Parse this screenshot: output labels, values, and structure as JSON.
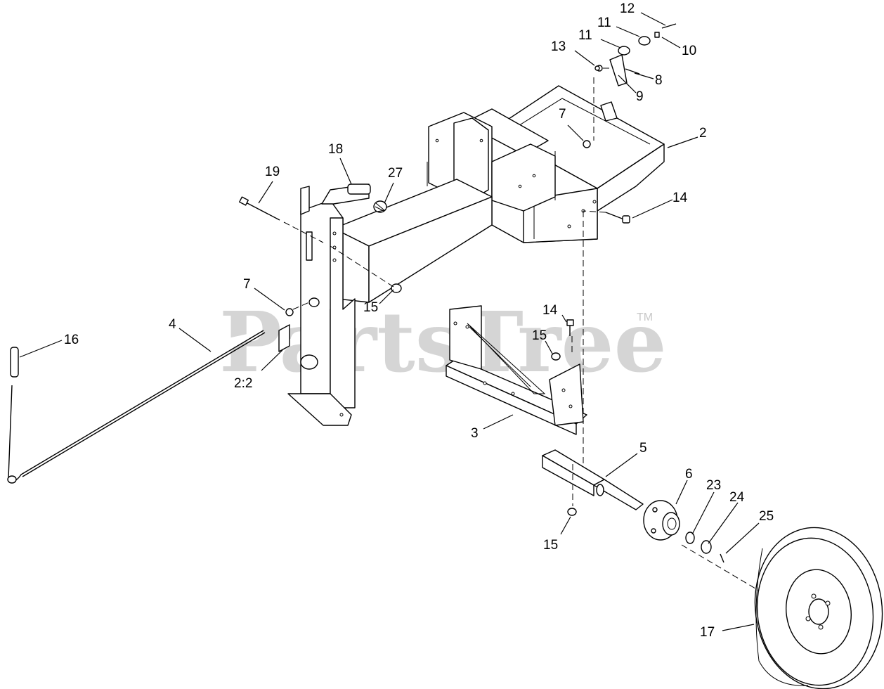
{
  "watermark": {
    "text": "PartsTree",
    "trademark": "TM"
  },
  "callouts": [
    {
      "id": "c12",
      "label": "12"
    },
    {
      "id": "c11a",
      "label": "11"
    },
    {
      "id": "c11b",
      "label": "11"
    },
    {
      "id": "c10",
      "label": "10"
    },
    {
      "id": "c13",
      "label": "13"
    },
    {
      "id": "c8",
      "label": "8"
    },
    {
      "id": "c9",
      "label": "9"
    },
    {
      "id": "c7a",
      "label": "7"
    },
    {
      "id": "c2",
      "label": "2"
    },
    {
      "id": "c18",
      "label": "18"
    },
    {
      "id": "c19",
      "label": "19"
    },
    {
      "id": "c27",
      "label": "27"
    },
    {
      "id": "c14a",
      "label": "14"
    },
    {
      "id": "c7b",
      "label": "7"
    },
    {
      "id": "c15a",
      "label": "15"
    },
    {
      "id": "c14b",
      "label": "14"
    },
    {
      "id": "c15b",
      "label": "15"
    },
    {
      "id": "c4",
      "label": "4"
    },
    {
      "id": "c16",
      "label": "16"
    },
    {
      "id": "c2_2",
      "label": "2:2"
    },
    {
      "id": "c3",
      "label": "3"
    },
    {
      "id": "c5",
      "label": "5"
    },
    {
      "id": "c6",
      "label": "6"
    },
    {
      "id": "c23",
      "label": "23"
    },
    {
      "id": "c24",
      "label": "24"
    },
    {
      "id": "c25",
      "label": "25"
    },
    {
      "id": "c15c",
      "label": "15"
    },
    {
      "id": "c17",
      "label": "17"
    }
  ]
}
